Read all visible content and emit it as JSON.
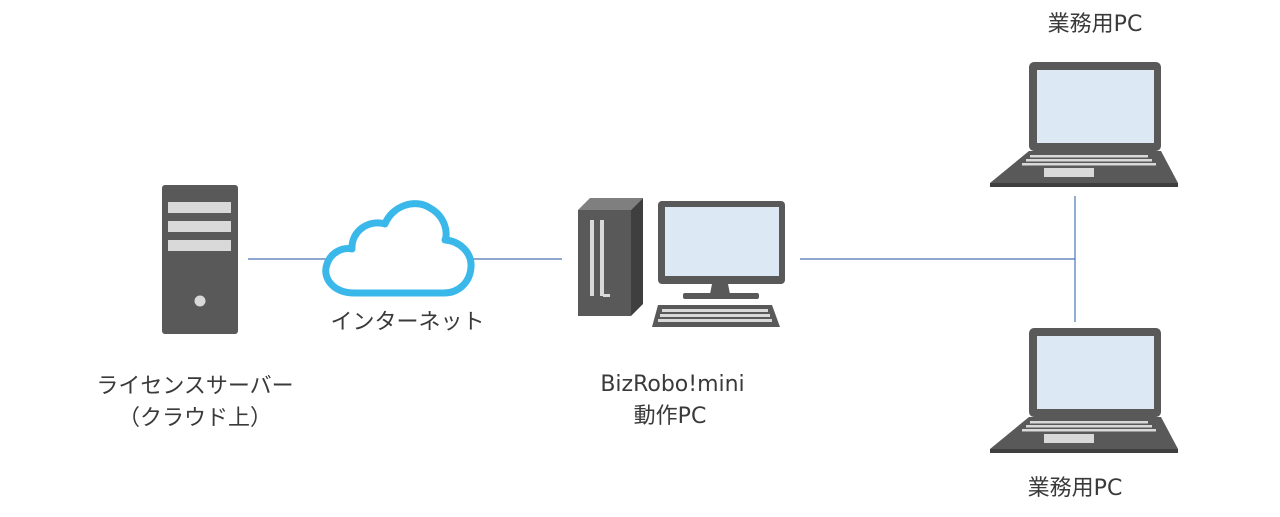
{
  "diagram": {
    "nodes": {
      "server": {
        "label_line1": "ライセンスサーバー",
        "label_line2": "（クラウド上）",
        "icon": "server-tower-icon"
      },
      "cloud": {
        "label": "インターネット",
        "icon": "cloud-icon"
      },
      "desktop": {
        "label_line1": "BizRobo!mini",
        "label_line2": "動作PC",
        "icon": "desktop-pc-icon"
      },
      "laptop_top": {
        "label": "業務用PC",
        "icon": "laptop-icon"
      },
      "laptop_bottom": {
        "label": "業務用PC",
        "icon": "laptop-icon"
      }
    },
    "colors": {
      "connector": "#4a74b8",
      "cloud_outline": "#3bb8ea",
      "device_dark": "#595959",
      "device_light": "#d9d9d9",
      "screen": "#dce8f4"
    }
  }
}
